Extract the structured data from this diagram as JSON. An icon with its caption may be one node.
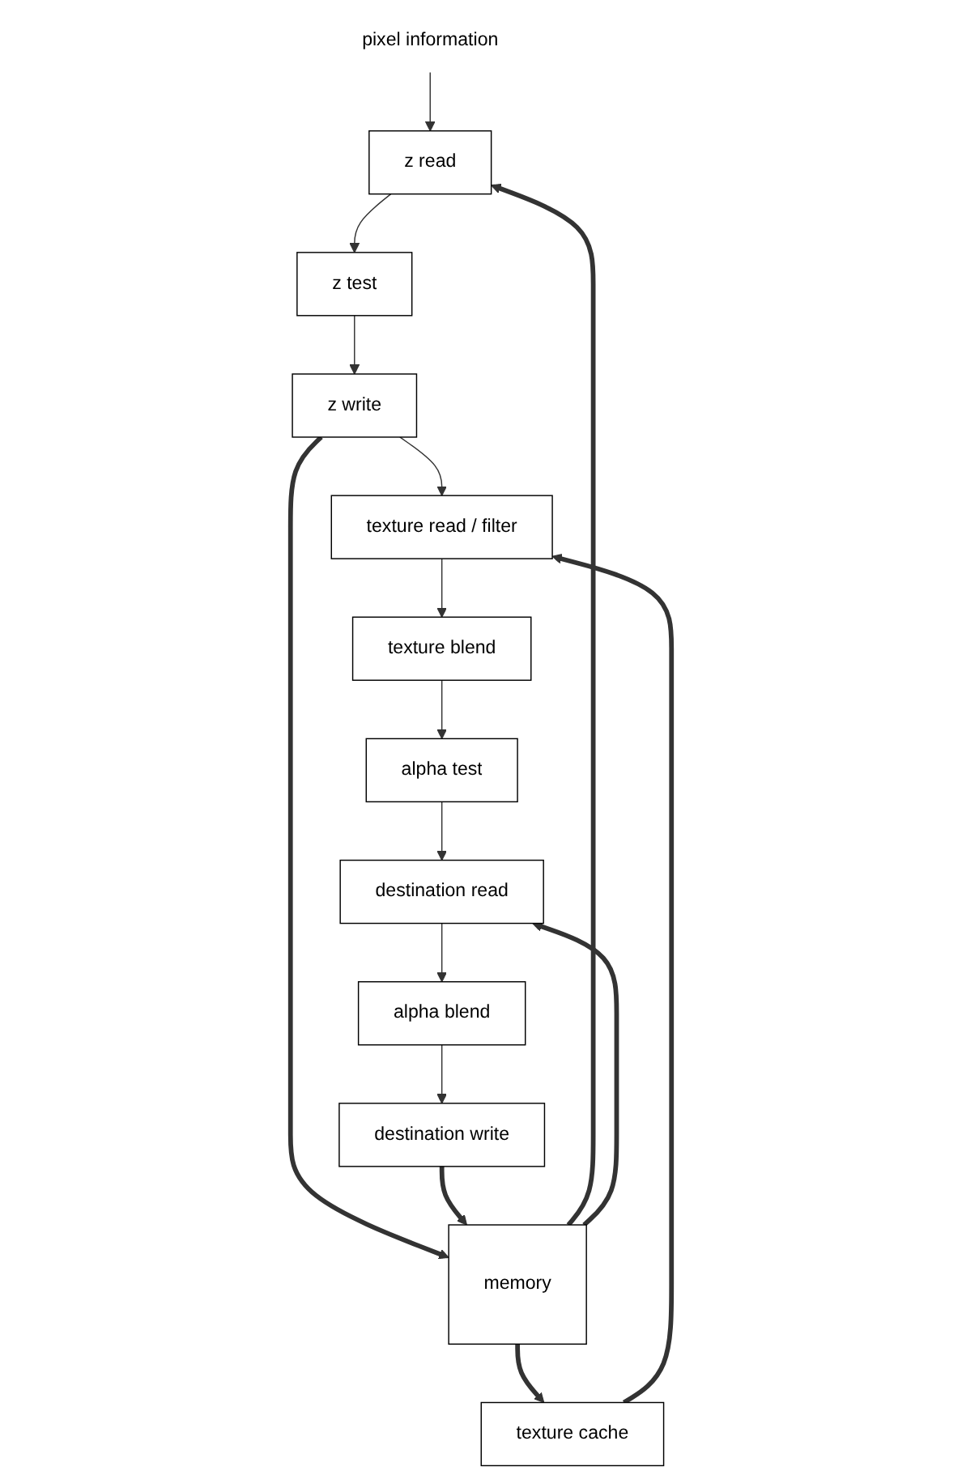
{
  "diagram": {
    "nodes": [
      {
        "text": [
          "pixel information"
        ]
      },
      {
        "text": [
          "z read"
        ]
      },
      {
        "text": [
          "z test"
        ]
      },
      {
        "text": [
          "z write"
        ]
      },
      {
        "text": [
          "texture read / filter"
        ]
      },
      {
        "text": [
          "texture blend"
        ]
      },
      {
        "text": [
          "alpha test"
        ]
      },
      {
        "text": [
          "destination read"
        ]
      },
      {
        "text": [
          "alpha blend"
        ]
      },
      {
        "text": [
          "destination write"
        ]
      },
      {
        "text": [
          "texture cache"
        ]
      },
      {
        "text": [
          "memory"
        ]
      }
    ],
    "edges": [
      {
        "from": 0,
        "to": 1,
        "arrow": "to"
      },
      {
        "from": 1,
        "to": 2,
        "arrow": "to"
      },
      {
        "from": 2,
        "to": 3,
        "arrow": "to"
      },
      {
        "from": 3,
        "to": 4,
        "arrow": "to"
      },
      {
        "from": 4,
        "to": 5,
        "arrow": "to"
      },
      {
        "from": 5,
        "to": 6,
        "arrow": "to"
      },
      {
        "from": 6,
        "to": 7,
        "arrow": "to"
      },
      {
        "from": 7,
        "to": 8,
        "arrow": "to"
      },
      {
        "from": 8,
        "to": 9,
        "arrow": "to"
      },
      {
        "from": 11,
        "to": 1,
        "arrow": "to",
        "style": "thick"
      },
      {
        "from": 3,
        "to": 11,
        "arrow": "to",
        "style": "thick"
      },
      {
        "from": 10,
        "to": 4,
        "arrow": "to",
        "style": "thick"
      },
      {
        "from": 11,
        "to": 10,
        "arrow": "to",
        "style": "thick"
      },
      {
        "from": 11,
        "to": 7,
        "arrow": "to",
        "style": "thick"
      },
      {
        "from": 9,
        "to": 11,
        "arrow": "to",
        "style": "thick"
      }
    ]
  }
}
